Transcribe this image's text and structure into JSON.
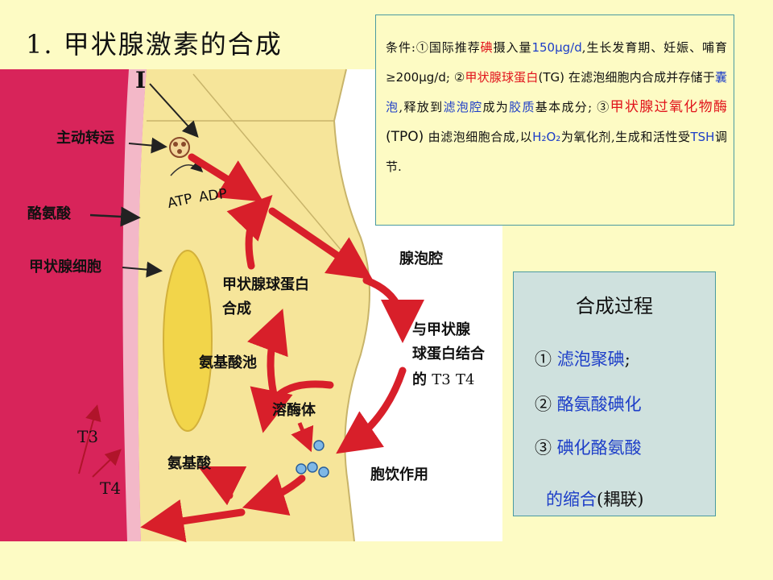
{
  "title": "1. 甲状腺激素的合成",
  "diagram": {
    "iodide_label": "I",
    "active_transport": "主动转运",
    "atp": "ATP",
    "adp": "ADP",
    "tyrosine": "酪氨酸",
    "thyroid_cell": "甲状腺细胞",
    "tg_synthesis_line1": "甲状腺球蛋白",
    "tg_synthesis_line2": "合成",
    "amino_pool": "氨基酸池",
    "lysosome": "溶酶体",
    "amino_acid": "氨基酸",
    "follicle_lumen": "腺泡腔",
    "bind_line1": "与甲状腺",
    "bind_line2": "球蛋白结合",
    "bind_line3_prefix": "的",
    "t3": "T3",
    "t4": "T4",
    "pinocytosis": "胞饮作用",
    "colors": {
      "vessel": "#d8245a",
      "cell": "#f6e59a",
      "arrow": "#d81f2a",
      "nucleus": "#f2d54a"
    }
  },
  "conditions": {
    "p1": "条件:①国际推荐",
    "p2": "碘",
    "p3": "摄入量",
    "p4": "150μg/d",
    "p5": ",生长发育期、妊娠、哺育≥",
    "p6": "200μg/d",
    "p7": "; ②",
    "p8": "甲状腺球蛋白",
    "p9": "(TG)",
    "p10": " 在滤泡细胞内合成并存储于",
    "p11": "囊泡",
    "p12": ",释放到",
    "p13": "滤泡腔",
    "p14": "成为",
    "p15": "胶质",
    "p16": "基本成分; ③",
    "p17": "甲状腺过氧化物酶",
    "p18": "(TPO)",
    "p19": " 由滤泡细胞合成,以",
    "p20": "H₂O₂",
    "p21": "为氧化剂,生成和活性受",
    "p22": "TSH",
    "p23": "调节."
  },
  "process": {
    "title": "合成过程",
    "step1_num": "①",
    "step1": "滤泡聚碘",
    "step1_end": ";",
    "step2_num": "②",
    "step2": "酪氨酸碘化",
    "step3_num": "③",
    "step3": "碘化酪氨酸",
    "step3_cont": "的缩合",
    "step3_note": "(耦联)"
  }
}
